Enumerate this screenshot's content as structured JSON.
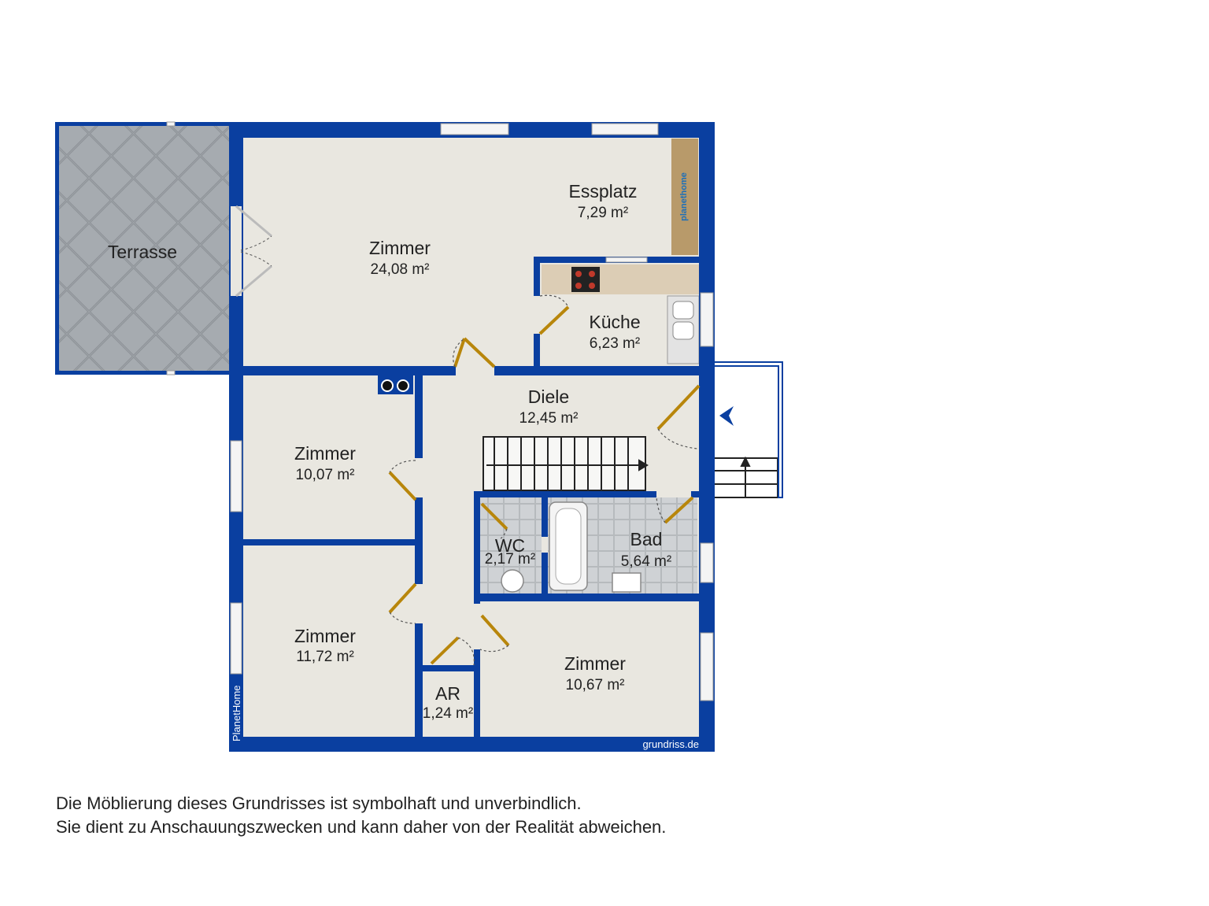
{
  "rooms": {
    "terrasse": {
      "name": "Terrasse"
    },
    "zimmer_main": {
      "name": "Zimmer",
      "area": "24,08 m²"
    },
    "essplatz": {
      "name": "Essplatz",
      "area": "7,29 m²"
    },
    "kueche": {
      "name": "Küche",
      "area": "6,23 m²"
    },
    "diele": {
      "name": "Diele",
      "area": "12,45 m²"
    },
    "zimmer_1007": {
      "name": "Zimmer",
      "area": "10,07 m²"
    },
    "zimmer_1172": {
      "name": "Zimmer",
      "area": "11,72 m²"
    },
    "wc": {
      "name": "WC",
      "area": "2,17 m²"
    },
    "bad": {
      "name": "Bad",
      "area": "5,64 m²"
    },
    "ar": {
      "name": "AR",
      "area": "1,24 m²"
    },
    "zimmer_1067": {
      "name": "Zimmer",
      "area": "10,67 m²"
    }
  },
  "branding": {
    "watermark_left": "PlanetHome",
    "watermark_right": "grundriss.de",
    "logo_text": "planethome"
  },
  "disclaimer": {
    "line1": "Die Möblierung dieses Grundrisses ist symbolhaft und unverbindlich.",
    "line2": "Sie dient zu Anschauungszwecken und kann daher von der Realität abweichen."
  },
  "colors": {
    "wall": "#0a3fa0",
    "floor": "#e8e6df",
    "terrace": "#9aa0a6",
    "tile": "#c9cccf",
    "door": "#b8860b"
  }
}
